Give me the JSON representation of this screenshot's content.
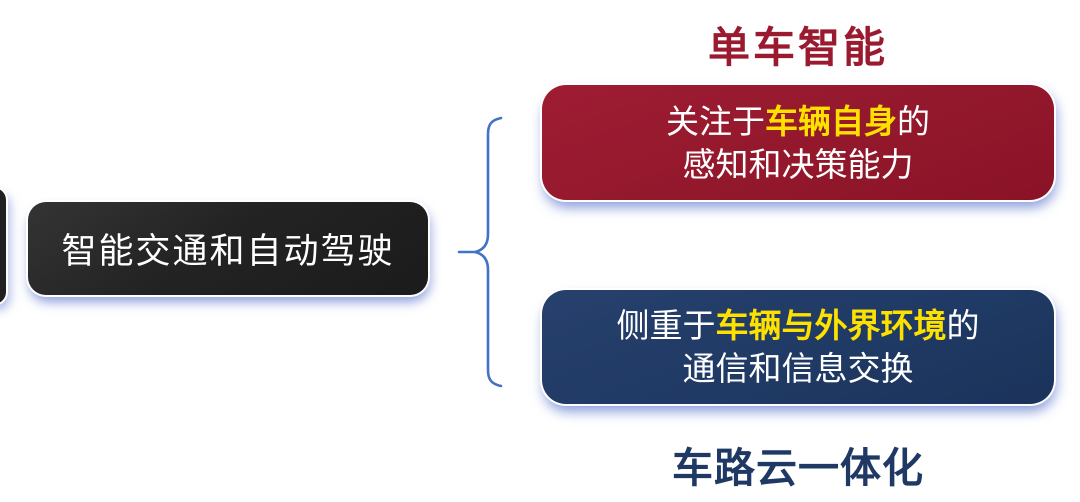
{
  "root": {
    "label": "智能交通和自动驾驶"
  },
  "branches": [
    {
      "title": "单车智能",
      "line1_prefix": "关注于",
      "line1_highlight": "车辆自身",
      "line1_suffix": "的",
      "line2": "感知和决策能力",
      "box_color": "#93182C",
      "title_color": "#9A1B30"
    },
    {
      "title": "车路云一体化",
      "line1_prefix": "侧重于",
      "line1_highlight": "车辆与外界环境",
      "line1_suffix": "的",
      "line2": "通信和信息交换",
      "box_color": "#1F3A64",
      "title_color": "#1F3864"
    }
  ],
  "colors": {
    "root_box": "#232323",
    "highlight_text": "#FFE100",
    "body_text": "#FFFFFF",
    "brace": "#4472C4",
    "shadow_glow": "#8FA2DC",
    "background": "#FFFFFF"
  }
}
